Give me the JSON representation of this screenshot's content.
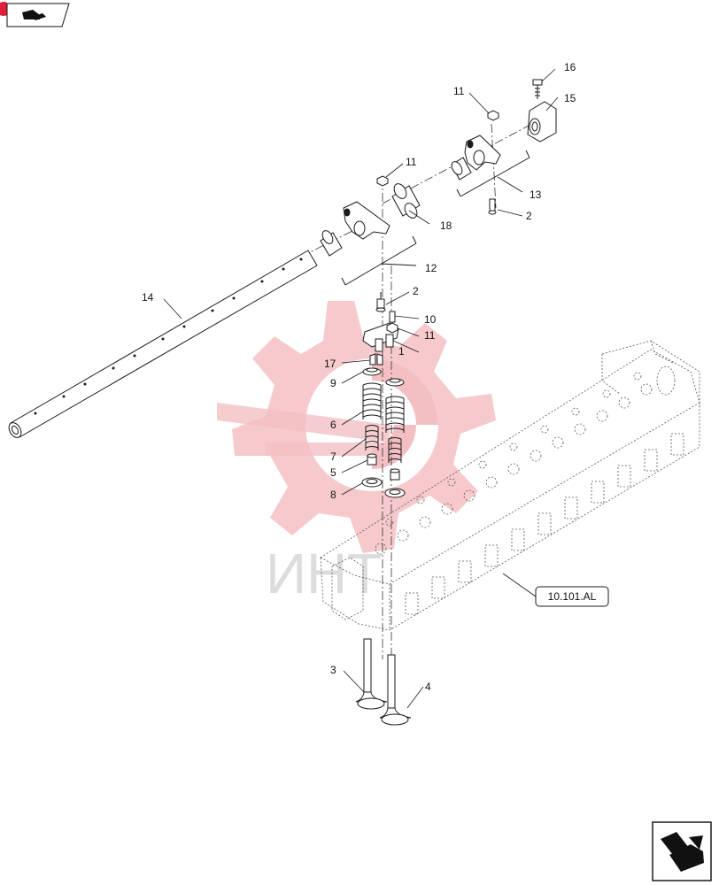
{
  "diagram": {
    "callouts": [
      "1",
      "2",
      "2",
      "3",
      "4",
      "5",
      "6",
      "7",
      "8",
      "9",
      "10",
      "11",
      "11",
      "11",
      "12",
      "13",
      "14",
      "15",
      "16",
      "17",
      "18"
    ],
    "reference_label": "10.101.AL",
    "watermark_text": "ИНТ"
  },
  "icons": {
    "top_left": "notepad-arrow-icon",
    "bottom_right": "next-page-arrow-icon"
  },
  "colors": {
    "watermark_red": "#f3b9bd",
    "line": "#1a1a1a",
    "badge_red": "#e01f3d"
  }
}
